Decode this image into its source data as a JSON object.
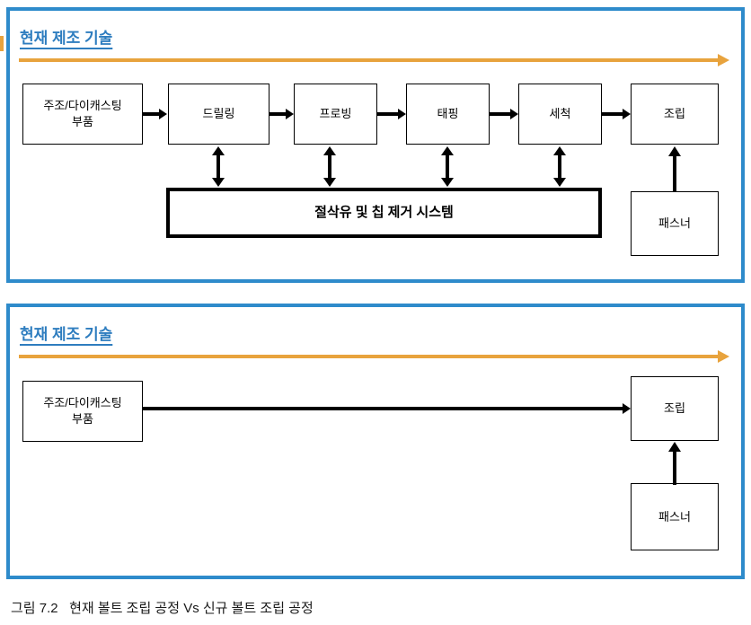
{
  "colors": {
    "panel_border": "#2E8BCB",
    "title_text": "#2E7DBF",
    "timeline_arrow": "#E8A33D",
    "box_border": "#000000",
    "box_fill": "#FFFFFF",
    "connector": "#000000",
    "caption_text": "#1A1A1A"
  },
  "panels": [
    {
      "id": "current-process",
      "title": "현재 제조 기술",
      "timeline": {
        "direction": "left-to-right",
        "color": "#E8A33D"
      },
      "nodes": [
        {
          "id": "casting-parts",
          "label": "주조/다이캐스팅 부품",
          "line1": "주조/다이캐스팅",
          "line2": "부품",
          "emphasis": "normal"
        },
        {
          "id": "drilling",
          "label": "드릴링",
          "line1": "드릴링",
          "line2": "",
          "emphasis": "normal"
        },
        {
          "id": "probing",
          "label": "프로빙",
          "line1": "프로빙",
          "line2": "",
          "emphasis": "normal"
        },
        {
          "id": "tapping",
          "label": "태핑",
          "line1": "태핑",
          "line2": "",
          "emphasis": "normal"
        },
        {
          "id": "cleaning",
          "label": "세척",
          "line1": "세척",
          "line2": "",
          "emphasis": "normal"
        },
        {
          "id": "assembly",
          "label": "조립",
          "line1": "조립",
          "line2": "",
          "emphasis": "normal"
        },
        {
          "id": "fastener",
          "label": "패스너",
          "line1": "패스너",
          "line2": "",
          "emphasis": "normal"
        },
        {
          "id": "coolant-chip-system",
          "label": "절삭유 및 칩 제거 시스템",
          "line1": "절삭유 및 칩 제거 시스템",
          "line2": "",
          "emphasis": "bold"
        }
      ],
      "edges": [
        {
          "from": "casting-parts",
          "to": "drilling",
          "type": "arrow-right"
        },
        {
          "from": "drilling",
          "to": "probing",
          "type": "arrow-right"
        },
        {
          "from": "probing",
          "to": "tapping",
          "type": "arrow-right"
        },
        {
          "from": "tapping",
          "to": "cleaning",
          "type": "arrow-right"
        },
        {
          "from": "cleaning",
          "to": "assembly",
          "type": "arrow-right"
        },
        {
          "from": "drilling",
          "to": "coolant-chip-system",
          "type": "double-vertical"
        },
        {
          "from": "probing",
          "to": "coolant-chip-system",
          "type": "double-vertical"
        },
        {
          "from": "tapping",
          "to": "coolant-chip-system",
          "type": "double-vertical"
        },
        {
          "from": "cleaning",
          "to": "coolant-chip-system",
          "type": "double-vertical"
        },
        {
          "from": "fastener",
          "to": "assembly",
          "type": "arrow-up"
        }
      ]
    },
    {
      "id": "new-process",
      "title": "현재 제조 기술",
      "timeline": {
        "direction": "left-to-right",
        "color": "#E8A33D"
      },
      "nodes": [
        {
          "id": "casting-parts-2",
          "label": "주조/다이캐스팅 부품",
          "line1": "주조/다이캐스팅",
          "line2": "부품",
          "emphasis": "normal"
        },
        {
          "id": "assembly-2",
          "label": "조립",
          "line1": "조립",
          "line2": "",
          "emphasis": "normal"
        },
        {
          "id": "fastener-2",
          "label": "패스너",
          "line1": "패스너",
          "line2": "",
          "emphasis": "normal"
        }
      ],
      "edges": [
        {
          "from": "casting-parts-2",
          "to": "assembly-2",
          "type": "arrow-right"
        },
        {
          "from": "fastener-2",
          "to": "assembly-2",
          "type": "arrow-up"
        }
      ]
    }
  ],
  "caption": {
    "number": "그림 7.2",
    "text": "현재 볼트 조립 공정 Vs 신규 볼트 조립 공정",
    "full": "그림 7.2   현재 볼트 조립 공정 Vs 신규 볼트 조립 공정"
  }
}
